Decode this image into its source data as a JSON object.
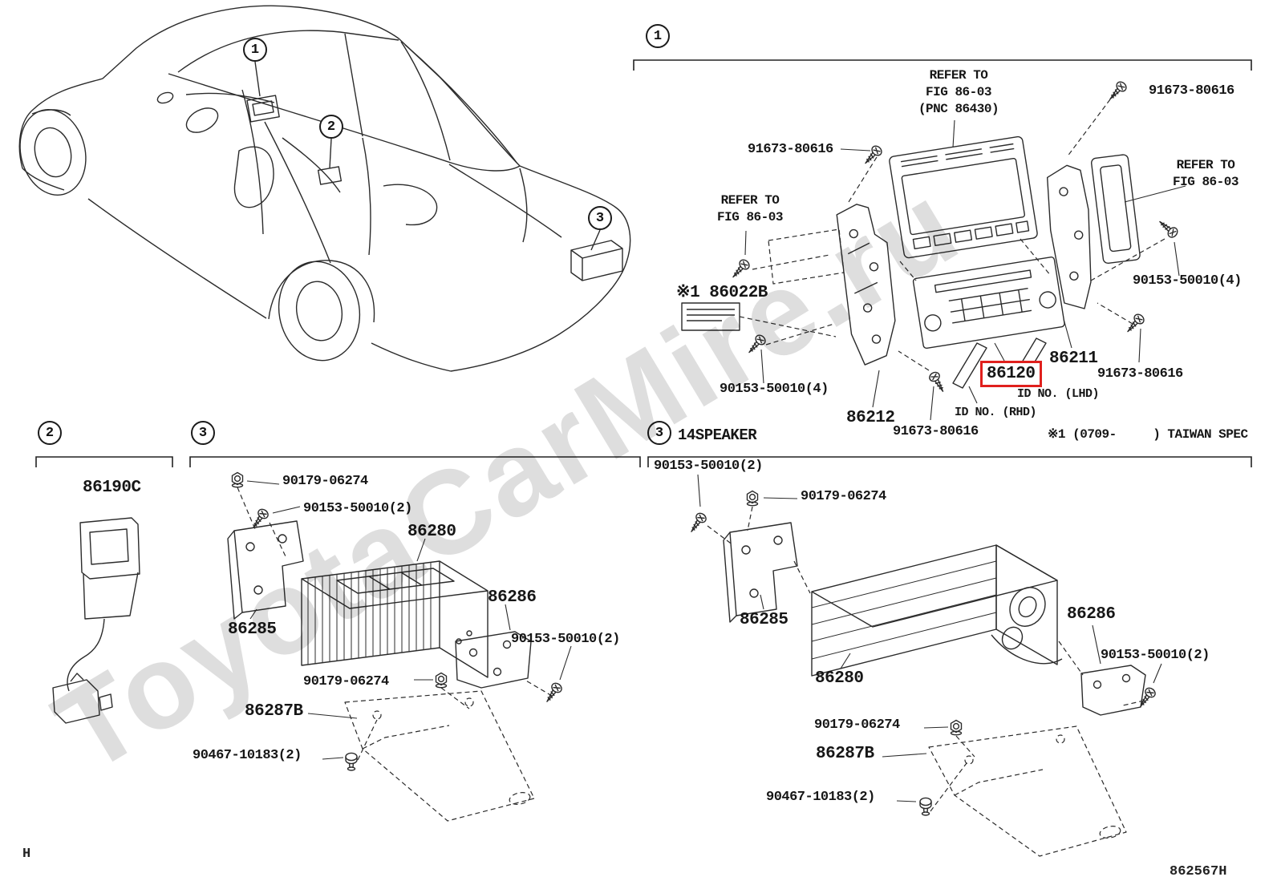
{
  "page": {
    "watermark": "ToyotaCarMire.ru",
    "footer_left": "H",
    "doc_number": "862567H"
  },
  "callouts": {
    "one": "1",
    "two": "2",
    "three": "3"
  },
  "head_unit": {
    "refer_center": "REFER TO\nFIG 86-03\n(PNC 86430)",
    "refer_left": "REFER TO\nFIG 86-03",
    "refer_right": "REFER TO\nFIG 86-03",
    "screw_top_right": "91673-80616",
    "screw_left": "91673-80616",
    "screw_right": "91673-80616",
    "screw_bottom": "91673-80616",
    "label_plate": "※1 86022B",
    "bolt_right": "90153-50010(4)",
    "bolt_left": "90153-50010(4)",
    "bracket_right": "86211",
    "bracket_left": "86212",
    "receiver": "86120",
    "id_no_lhd": "ID NO. (LHD)",
    "id_no_rhd": "ID NO. (RHD)",
    "taiwan_note": "※1 (0709-     ) TAIWAN SPEC"
  },
  "jack": {
    "part": "86190C"
  },
  "amp": {
    "nut_top": "90179-06274",
    "screw_top": "90153-50010(2)",
    "amplifier": "86280",
    "bracket_right": "86286",
    "bracket_left": "86285",
    "screw_right": "90153-50010(2)",
    "nut_bottom": "90179-06274",
    "bracket_bottom": "86287B",
    "bolt_bottom": "90467-10183(2)"
  },
  "amp14": {
    "header": "14SPEAKER",
    "screw_top": "90153-50010(2)",
    "nut_top": "90179-06274",
    "bracket_left": "86285",
    "bracket_right": "86286",
    "amplifier": "86280",
    "screw_right": "90153-50010(2)",
    "nut_bottom": "90179-06274",
    "bracket_bottom": "86287B",
    "bolt_bottom": "90467-10183(2)"
  }
}
